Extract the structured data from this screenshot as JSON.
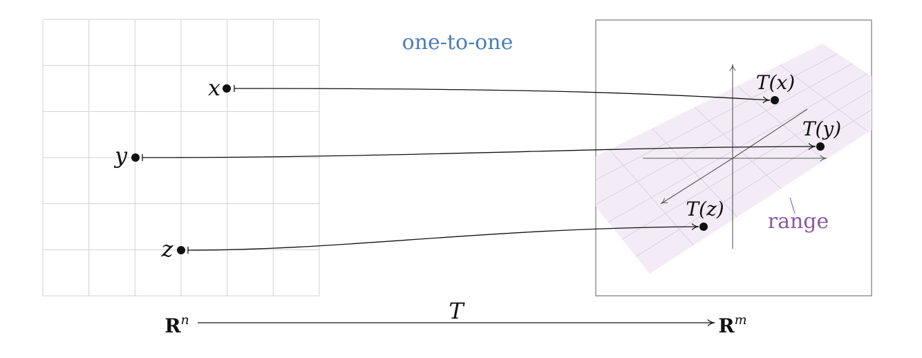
{
  "title": "one-to-one",
  "domain": {
    "label_base": "R",
    "label_exp": "n",
    "grid": true
  },
  "codomain": {
    "label_base": "R",
    "label_exp": "m",
    "range_label": "range"
  },
  "map": {
    "label": "T"
  },
  "points": [
    {
      "name": "x",
      "image_label": "T(x)"
    },
    {
      "name": "y",
      "image_label": "T(y)"
    },
    {
      "name": "z",
      "image_label": "T(z)"
    }
  ],
  "colors": {
    "title": "#4a7eb5",
    "range": "#8b5a9e",
    "range_fill": "#f3ecf6",
    "range_grid": "#dccfe4",
    "grid": "#d0d0d0",
    "ink": "#111111"
  }
}
